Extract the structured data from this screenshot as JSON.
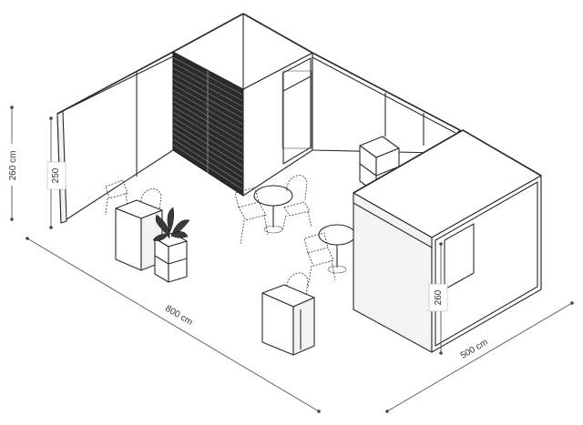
{
  "dimensions": {
    "wall_height_left": "260 cm",
    "wall_height_inner": "250",
    "length_front": "800 cm",
    "depth_right": "500 cm",
    "booth_height": "260"
  }
}
